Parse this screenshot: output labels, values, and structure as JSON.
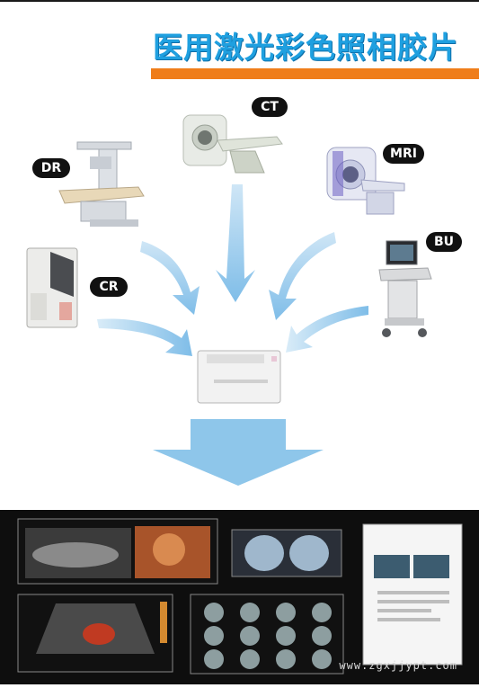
{
  "title": "医用激光彩色照相胶片",
  "labels": {
    "ct": "CT",
    "mri": "MRI",
    "dr": "DR",
    "bu": "BU",
    "cr": "CR"
  },
  "watermark": "www.zgxjjypt.com",
  "colors": {
    "title_blue": "#1fa0e0",
    "orange_bar": "#ef7d1a",
    "arrow_blue": "#8ec6ea",
    "label_bg": "#111111",
    "film_bg": "#0e0e0e"
  }
}
